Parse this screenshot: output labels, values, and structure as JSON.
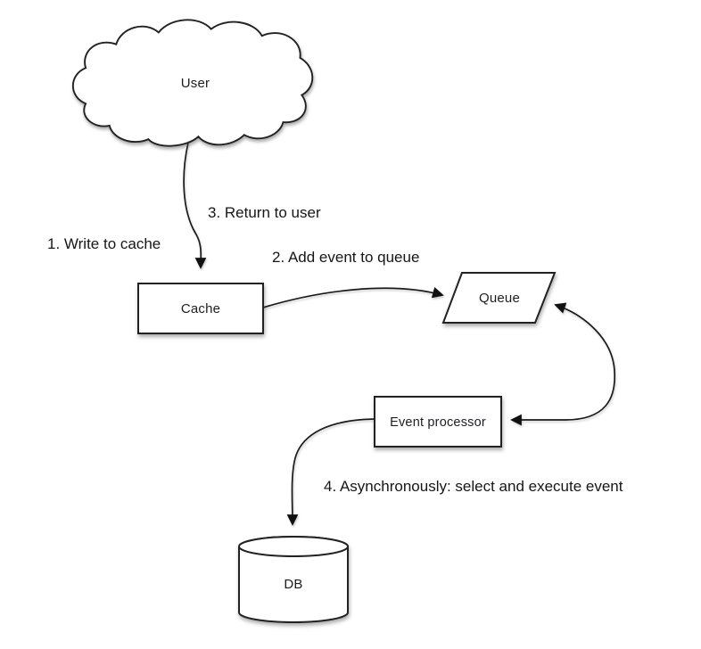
{
  "diagram": {
    "kind": "flow-diagram",
    "background_color": "#ffffff",
    "shape_fill_color": "#ffffff",
    "line_color": "#1b1b1b",
    "text_color": "#1d1d24",
    "nodes": {
      "user": {
        "label": "User",
        "shape": "cloud"
      },
      "cache": {
        "label": "Cache",
        "shape": "rectangle"
      },
      "queue": {
        "label": "Queue",
        "shape": "parallelogram"
      },
      "event_processor": {
        "label": "Event processor",
        "shape": "rectangle"
      },
      "db": {
        "label": "DB",
        "shape": "cylinder"
      }
    },
    "annotations": {
      "step1": {
        "text": "1. Write to cache"
      },
      "step2": {
        "text": "2. Add event to queue"
      },
      "step3": {
        "text": "3. Return to user"
      },
      "step4": {
        "text": "4. Asynchronously: select and execute event"
      }
    },
    "edges": [
      {
        "from": "user",
        "to": "cache",
        "style": "curved",
        "arrowheads": [
          "end"
        ],
        "labels": [
          "step1",
          "step3"
        ]
      },
      {
        "from": "cache",
        "to": "queue",
        "style": "curved",
        "arrowheads": [
          "end"
        ],
        "labels": [
          "step2"
        ]
      },
      {
        "from": "queue",
        "to": "event_processor",
        "style": "curved",
        "arrowheads": [
          "start",
          "end"
        ],
        "labels": []
      },
      {
        "from": "event_processor",
        "to": "db",
        "style": "curved",
        "arrowheads": [
          "end"
        ],
        "labels": [
          "step4"
        ]
      }
    ]
  }
}
